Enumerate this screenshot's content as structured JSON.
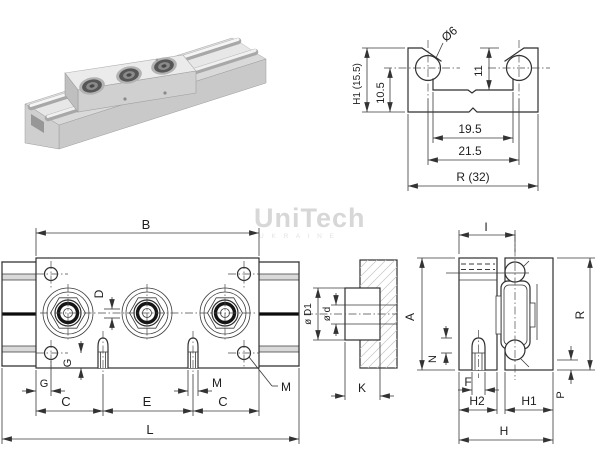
{
  "watermark": {
    "brand": "UniTech",
    "subtitle": "U K R A I N E"
  },
  "profile_view": {
    "dia": "Ø6",
    "h1": "H1 (15.5)",
    "d105": "10.5",
    "d11": "11",
    "d195": "19.5",
    "d215": "21.5",
    "r32": "R (32)"
  },
  "top_view": {
    "b": "B",
    "d": "D",
    "g_vertical": "G",
    "g_horizontal": "G",
    "c_left": "C",
    "e": "E",
    "c_right": "C",
    "l": "L",
    "m_width": "M",
    "m_callout": "M"
  },
  "roller_view": {
    "dia_outer": "ø D1",
    "dia_inner": "ø d",
    "k": "K"
  },
  "end_view": {
    "i": "I",
    "a": "A",
    "n": "N",
    "f": "F",
    "h2": "H2",
    "h1": "H1",
    "h": "H",
    "r": "R",
    "p": "P"
  }
}
